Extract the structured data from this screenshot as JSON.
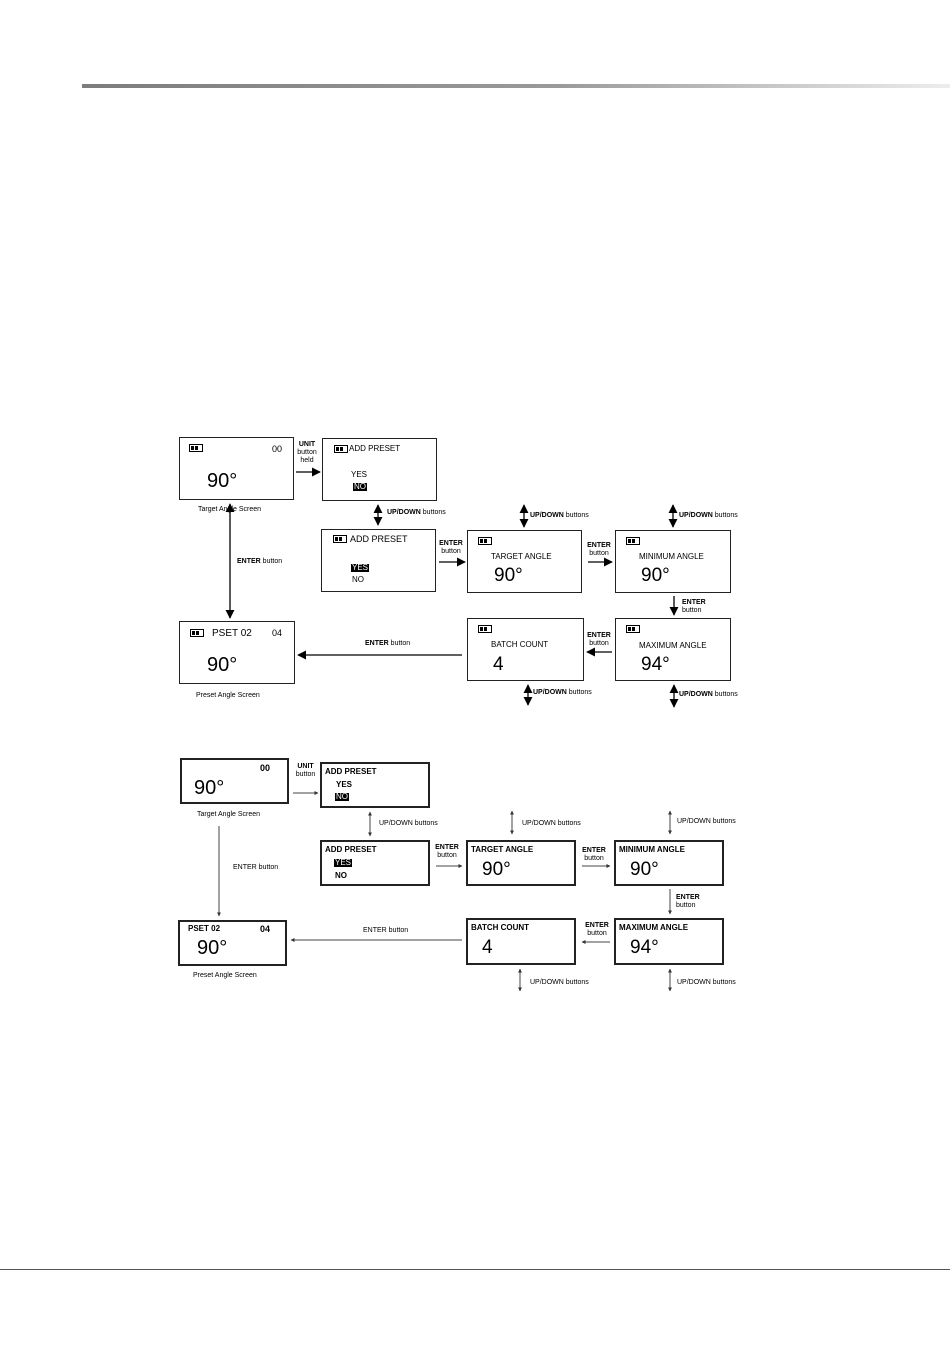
{
  "diagram1": {
    "target_screen": {
      "counter": "00",
      "angle": "90°",
      "caption": "Target Angle Screen"
    },
    "add_preset_no": {
      "title": "ADD PRESET",
      "opt_yes": "YES",
      "opt_no": "NO"
    },
    "add_preset_yes": {
      "title": "ADD PRESET",
      "opt_yes": "YES",
      "opt_no": "NO"
    },
    "target_angle": {
      "title": "TARGET ANGLE",
      "value": "90°"
    },
    "minimum_angle": {
      "title": "MINIMUM ANGLE",
      "value": "90°"
    },
    "maximum_angle": {
      "title": "MAXIMUM ANGLE",
      "value": "94°"
    },
    "batch_count": {
      "title": "BATCH COUNT",
      "value": "4"
    },
    "preset_screen": {
      "title": "PSET 02",
      "counter": "04",
      "angle": "90°",
      "caption": "Preset Angle Screen"
    },
    "labels": {
      "unit_held_1": "UNIT",
      "unit_held_2": "button",
      "unit_held_3": "held",
      "updown_bold": "UP/DOWN",
      "updown_rest": " buttons",
      "enter_bold": "ENTER",
      "enter_rest": " button",
      "enter_word": "ENTER",
      "button_word": "button"
    }
  },
  "diagram2": {
    "target_screen": {
      "counter": "00",
      "angle": "90°",
      "caption": "Target Angle Screen"
    },
    "add_preset_no": {
      "title": "ADD PRESET",
      "opt_yes": "YES",
      "opt_no": "NO"
    },
    "add_preset_yes": {
      "title": "ADD PRESET",
      "opt_yes": "YES",
      "opt_no": "NO"
    },
    "target_angle": {
      "title": "TARGET ANGLE",
      "value": "90°"
    },
    "minimum_angle": {
      "title": "MINIMUM ANGLE",
      "value": "90°"
    },
    "maximum_angle": {
      "title": "MAXIMUM ANGLE",
      "value": "94°"
    },
    "batch_count": {
      "title": "BATCH COUNT",
      "value": "4"
    },
    "preset_screen": {
      "title": "PSET 02",
      "counter": "04",
      "angle": "90°",
      "caption": "Preset Angle Screen"
    },
    "labels": {
      "unit_1": "UNIT",
      "unit_2": "button",
      "updown": "UP/DOWN buttons",
      "enter_button": "ENTER button",
      "enter_word": "ENTER",
      "button_word": "button"
    }
  }
}
